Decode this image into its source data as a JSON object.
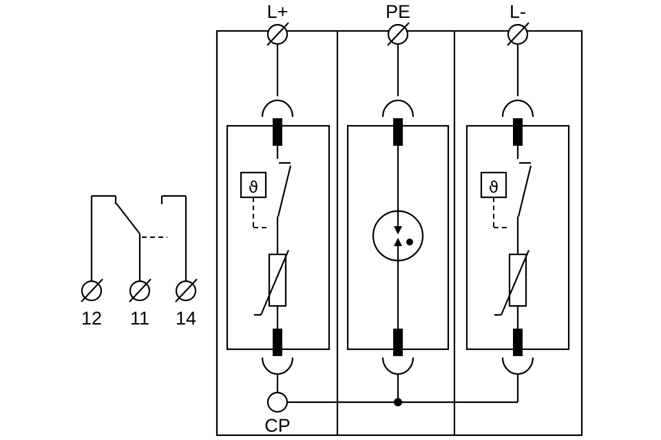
{
  "diagram": {
    "colors": {
      "line": "#000000",
      "background": "#ffffff"
    },
    "terminals": {
      "l_plus": "L+",
      "pe": "PE",
      "l_minus": "L-",
      "cp": "CP"
    },
    "remote_contact": {
      "labels": [
        "12",
        "11",
        "14"
      ]
    },
    "thermal": {
      "symbol": "ϑ"
    }
  }
}
